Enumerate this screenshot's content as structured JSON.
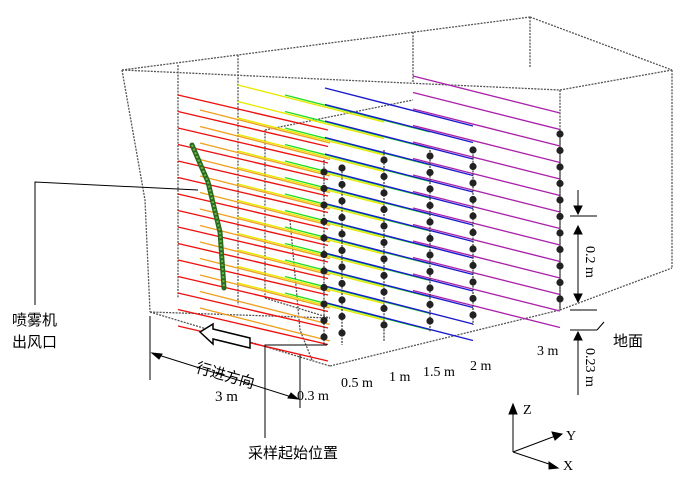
{
  "labels": {
    "sprayer_outlet_line1": "喷雾机",
    "sprayer_outlet_line2": "出风口",
    "travel_direction": "行进方向",
    "travel_distance": "3 m",
    "sampling_start": "采样起始位置",
    "ground": "地面",
    "vertical_spacing": "0.2 m",
    "ground_clearance": "0.23 m"
  },
  "distance_labels": [
    "0.3 m",
    "0.5 m",
    "1 m",
    "1.5 m",
    "2 m",
    "3 m"
  ],
  "axes": {
    "z": "Z",
    "y": "Y",
    "x": "X"
  },
  "sampling_distances_m": [
    0.3,
    0.5,
    1,
    1.5,
    2,
    3
  ],
  "line_colors": {
    "red": "#ee1111",
    "orange": "#f0a020",
    "yellow": "#e8e800",
    "green": "#22dd22",
    "blue": "#1a1acc",
    "purple": "#aa22aa"
  }
}
